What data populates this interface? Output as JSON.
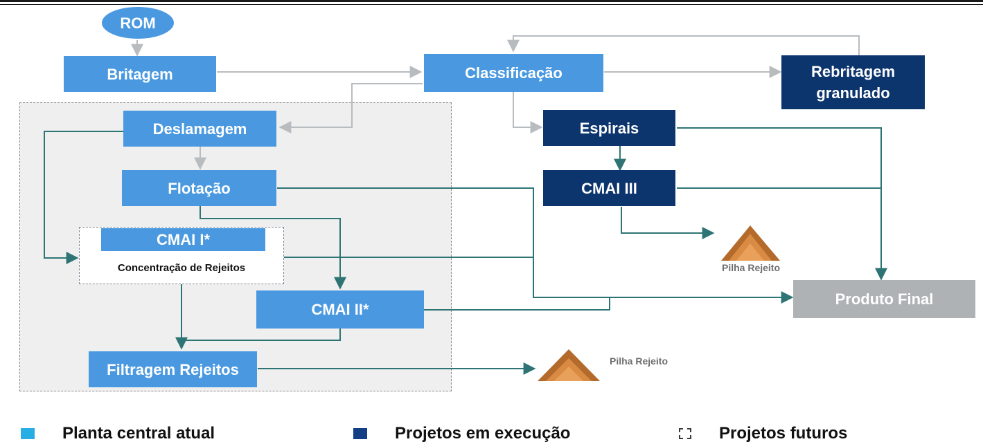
{
  "nodes": {
    "rom": "ROM",
    "britagem": "Britagem",
    "classificacao": "Classificação",
    "rebritagem": "Rebritagem granulado",
    "deslamagem": "Deslamagem",
    "espirais": "Espirais",
    "flotacao": "Flotação",
    "cmai3": "CMAI III",
    "cmai1": "CMAI I*",
    "cmai1_sub": "Concentração de Rejeitos",
    "cmai2": "CMAI II*",
    "produto_final": "Produto Final",
    "filtragem": "Filtragem Rejeitos"
  },
  "piles": {
    "upper": "Pilha Rejeito",
    "lower": "Pilha Rejeito"
  },
  "legend": {
    "current": "Planta central atual",
    "execution": "Projetos em execução",
    "future": "Projetos futuros"
  },
  "colors": {
    "current_plant": "#4a99e0",
    "execution_projects": "#0d356d",
    "final_product": "#aeb2b5",
    "future_area": "#efefef",
    "grey_flow": "#b8bcbf",
    "teal_flow": "#2e7474"
  }
}
